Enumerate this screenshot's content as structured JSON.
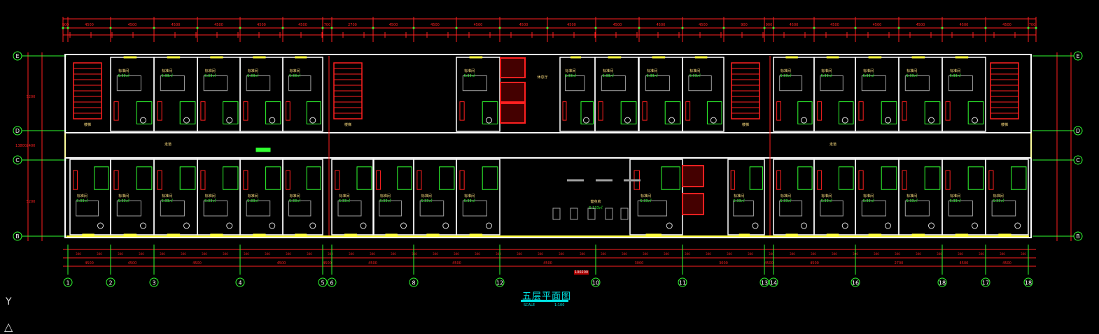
{
  "drawing": {
    "title": "五层平面图",
    "scale_label": "SCALE",
    "scale_value": "1:100",
    "total_length": "100200",
    "column_axes": [
      "1",
      "2",
      "3",
      "4",
      "5",
      "6",
      "8",
      "12",
      "10",
      "11",
      "13",
      "14",
      "16",
      "18",
      "17",
      "18"
    ],
    "row_axes": [
      "E",
      "D",
      "C",
      "B"
    ],
    "top_dimensions_outer": [
      "900",
      "4500",
      "4500",
      "4500",
      "4500",
      "4500",
      "4500",
      "700",
      "2700",
      "4500",
      "4500",
      "4500",
      "4500",
      "4500",
      "4500",
      "4500",
      "4500",
      "900"
    ],
    "bottom_dimensions": [
      "4500",
      "4500",
      "4500",
      "4500",
      "4500",
      "4500",
      "4500",
      "4500",
      "3000",
      "3000",
      "4500",
      "4500",
      "2700",
      "4500",
      "4500",
      "4500",
      "4500",
      "4500"
    ],
    "side_dimensions": [
      "5200",
      "2400",
      "5200",
      "13800"
    ],
    "rooms": {
      "standard_room": "标准间",
      "room_area": "S:33㎡",
      "gym": "健身房",
      "gym_area": "S:133㎡",
      "corridor": "走道",
      "stair": "楼梯",
      "lounge": "休息厅"
    },
    "ucs_label": "Y",
    "colors": {
      "wall": "#ffffff",
      "dim": "#ff2020",
      "axis": "#30ff30",
      "window": "#ffff40",
      "furniture": "#a0a0a0",
      "text": "#ffe080",
      "area": "#30ff30",
      "title": "#00e5e5"
    }
  }
}
